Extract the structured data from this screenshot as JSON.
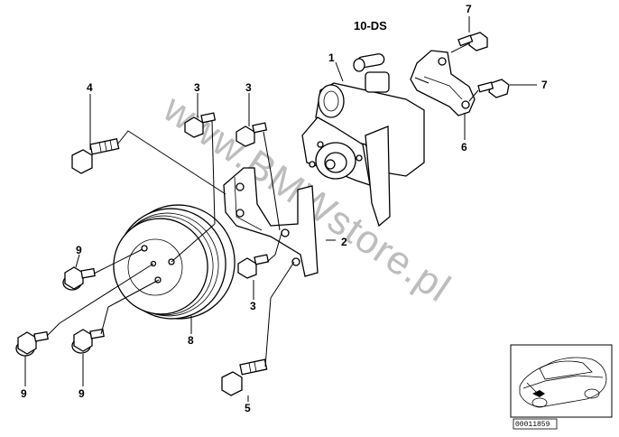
{
  "diagram": {
    "title": "10-DS",
    "watermark": "www.BMWstore.pl",
    "reference_number": "00011859",
    "callouts": [
      "1",
      "2",
      "3",
      "3",
      "3",
      "4",
      "5",
      "6",
      "7",
      "7",
      "8",
      "9",
      "9",
      "9"
    ]
  }
}
